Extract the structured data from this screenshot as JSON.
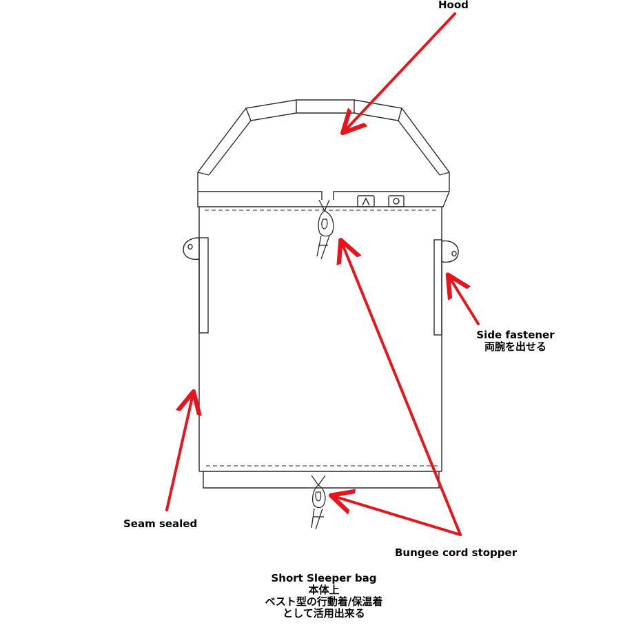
{
  "labels": {
    "hood": "Hood",
    "side_fastener": "Side fastener",
    "side_fastener_jp": "両腕を出せる",
    "seam_sealed": "Seam sealed",
    "bungee_cord_stopper": "Bungee cord stopper"
  },
  "caption": {
    "line1": "Short Sleeper bag",
    "line2": "本体上",
    "line3": "ベスト型の行動着/保温着",
    "line4": "として活用出来る"
  },
  "colors": {
    "outline": "#2a2a2a",
    "arrow": "#e8141b",
    "text": "#000000",
    "background": "#ffffff"
  }
}
